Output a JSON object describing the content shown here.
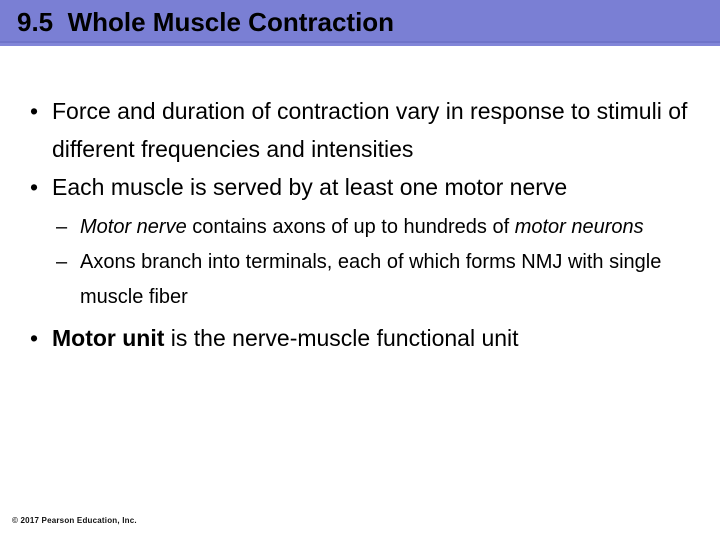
{
  "slide": {
    "title": "9.5  Whole Muscle Contraction",
    "band_color": "#7a7fd4",
    "background_color": "#ffffff",
    "text_color": "#000000"
  },
  "bullets": [
    {
      "level": 1,
      "marker": "•",
      "text": "Force and duration of contraction vary in response to stimuli of different frequencies and intensities"
    },
    {
      "level": 1,
      "marker": "•",
      "text": "Each muscle is served by at least one motor nerve"
    },
    {
      "level": 2,
      "marker": "–",
      "lead_italic": "Motor nerve",
      "middle": " contains axons of up to hundreds of ",
      "tail_italic": "motor neurons"
    },
    {
      "level": 2,
      "marker": "–",
      "text": "Axons branch into terminals, each of which forms NMJ with single muscle fiber"
    },
    {
      "level": 1,
      "marker": "•",
      "lead_bold": "Motor unit",
      "middle": " is the nerve-muscle functional unit"
    }
  ],
  "footer": {
    "copyright": "© 2017 Pearson Education, Inc."
  }
}
